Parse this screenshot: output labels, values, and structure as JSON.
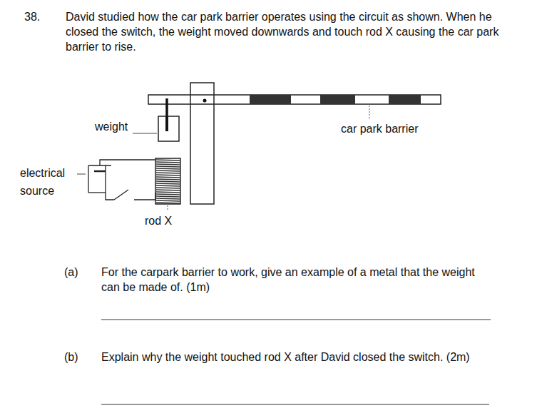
{
  "diagram": {
    "labels": [
      "38.",
      "David studied how the car park barrier operates using the circuit as shown. When he closed the switch, the weight moved downwards and touch rod X causing the car park barrier to rise.",
      "weight",
      "car park barrier",
      "electrical source",
      "rod X",
      "(a)",
      "For the carpark barrier to work, give an example of a metal that the weight can be made of. (1m)",
      "(b)",
      "Explain why the weight touched rod X after David closed the switch. (2m)"
    ]
  }
}
